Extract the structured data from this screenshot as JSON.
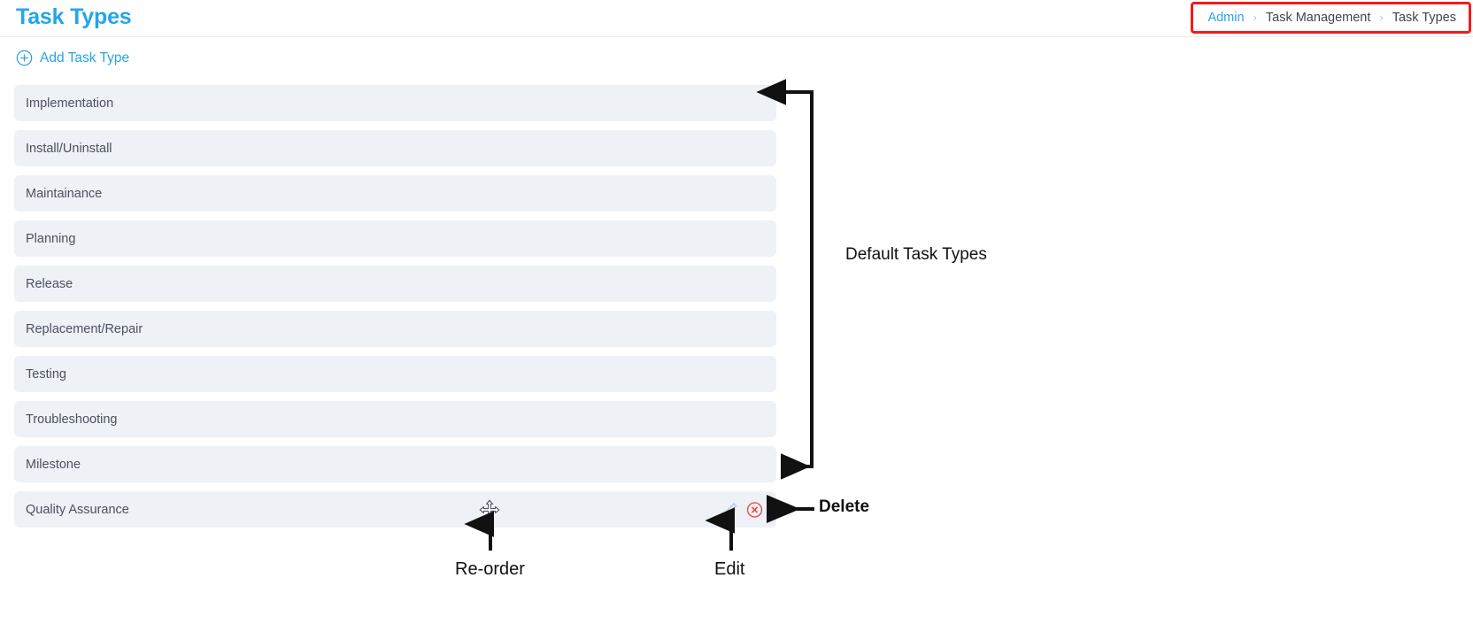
{
  "header": {
    "title": "Task Types",
    "breadcrumb": [
      {
        "label": "Admin",
        "type": "link"
      },
      {
        "label": "Task Management",
        "type": "text"
      },
      {
        "label": "Task Types",
        "type": "text"
      }
    ],
    "breadcrumb_separator": "›",
    "highlight_color": "#f21b1b"
  },
  "toolbar": {
    "add_label": "Add Task Type",
    "add_icon": "plus-circle-icon",
    "accent_color": "#2aa3e0"
  },
  "list": {
    "row_background": "#eef1f6",
    "items": [
      {
        "label": "Implementation",
        "has_actions": false
      },
      {
        "label": "Install/Uninstall",
        "has_actions": false
      },
      {
        "label": "Maintainance",
        "has_actions": false
      },
      {
        "label": "Planning",
        "has_actions": false
      },
      {
        "label": "Release",
        "has_actions": false
      },
      {
        "label": "Replacement/Repair",
        "has_actions": false
      },
      {
        "label": "Testing",
        "has_actions": false
      },
      {
        "label": "Troubleshooting",
        "has_actions": false
      },
      {
        "label": "Milestone",
        "has_actions": false
      },
      {
        "label": "Quality Assurance",
        "has_actions": true
      }
    ]
  },
  "row_actions": {
    "move_icon": "arrows-move-icon",
    "edit_icon": "pencil-edit-icon",
    "delete_icon": "circle-x-delete-icon",
    "edit_color": "#b7cbe4",
    "delete_color": "#ef4545"
  },
  "annotations": {
    "default_task_types": "Default Task Types",
    "delete": "Delete",
    "reorder": "Re-order",
    "edit": "Edit",
    "color": "#111111"
  }
}
